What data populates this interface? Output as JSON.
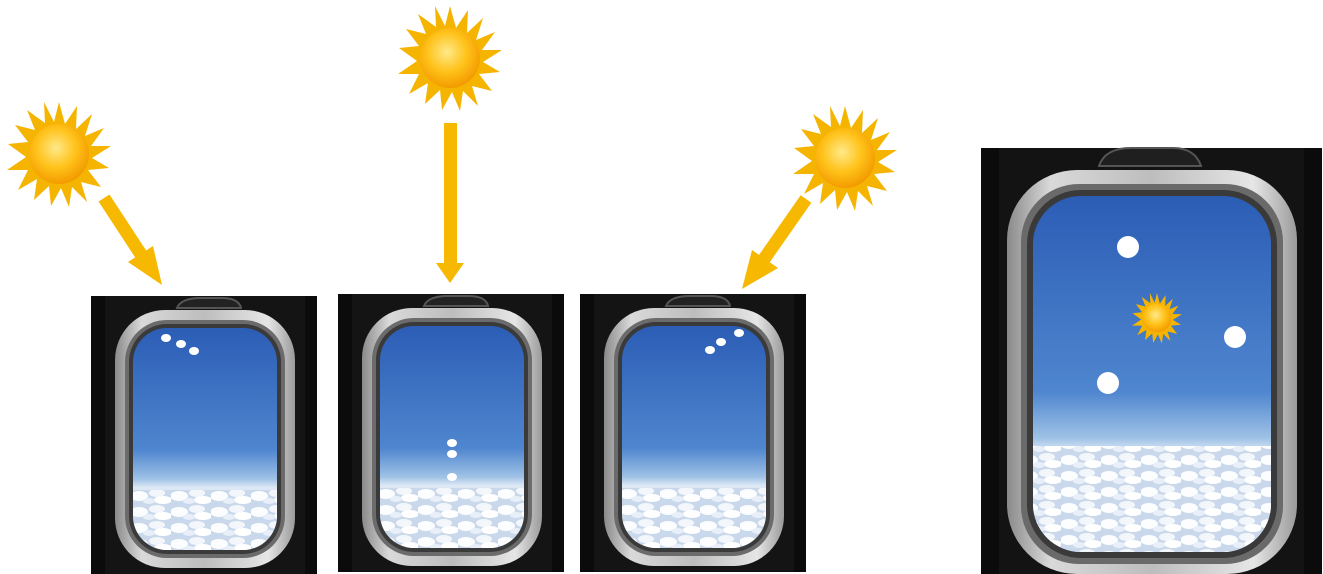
{
  "colors": {
    "background": "#ffffff",
    "sun_core": "#f7b500",
    "sun_ray": "#f5b800",
    "arrow": "#f6b800",
    "sky_top": "#2f63b8",
    "sky_bottom": "#cfe1f3",
    "reflection_dot": "#ffffff",
    "frame_dark": "#0b0b0b",
    "frame_light": "#d5d5d5"
  },
  "panels": [
    {
      "id": "left-sun",
      "sun_icon": "sun-icon",
      "arrow_icon": "diagonal-arrow-icon",
      "window_icon": "airplane-window-icon",
      "dots": 3,
      "dot_pattern": "top-left-diagonal"
    },
    {
      "id": "overhead-sun",
      "sun_icon": "sun-icon",
      "arrow_icon": "vertical-arrow-icon",
      "window_icon": "airplane-window-icon",
      "dots": 3,
      "dot_pattern": "center-vertical"
    },
    {
      "id": "right-sun",
      "sun_icon": "sun-icon",
      "arrow_icon": "diagonal-arrow-icon",
      "window_icon": "airplane-window-icon",
      "dots": 3,
      "dot_pattern": "top-right-diagonal"
    },
    {
      "id": "large-view",
      "sun_icon": "sun-icon",
      "window_icon": "airplane-window-icon",
      "dots": 3,
      "dot_pattern": "around-sun"
    }
  ]
}
